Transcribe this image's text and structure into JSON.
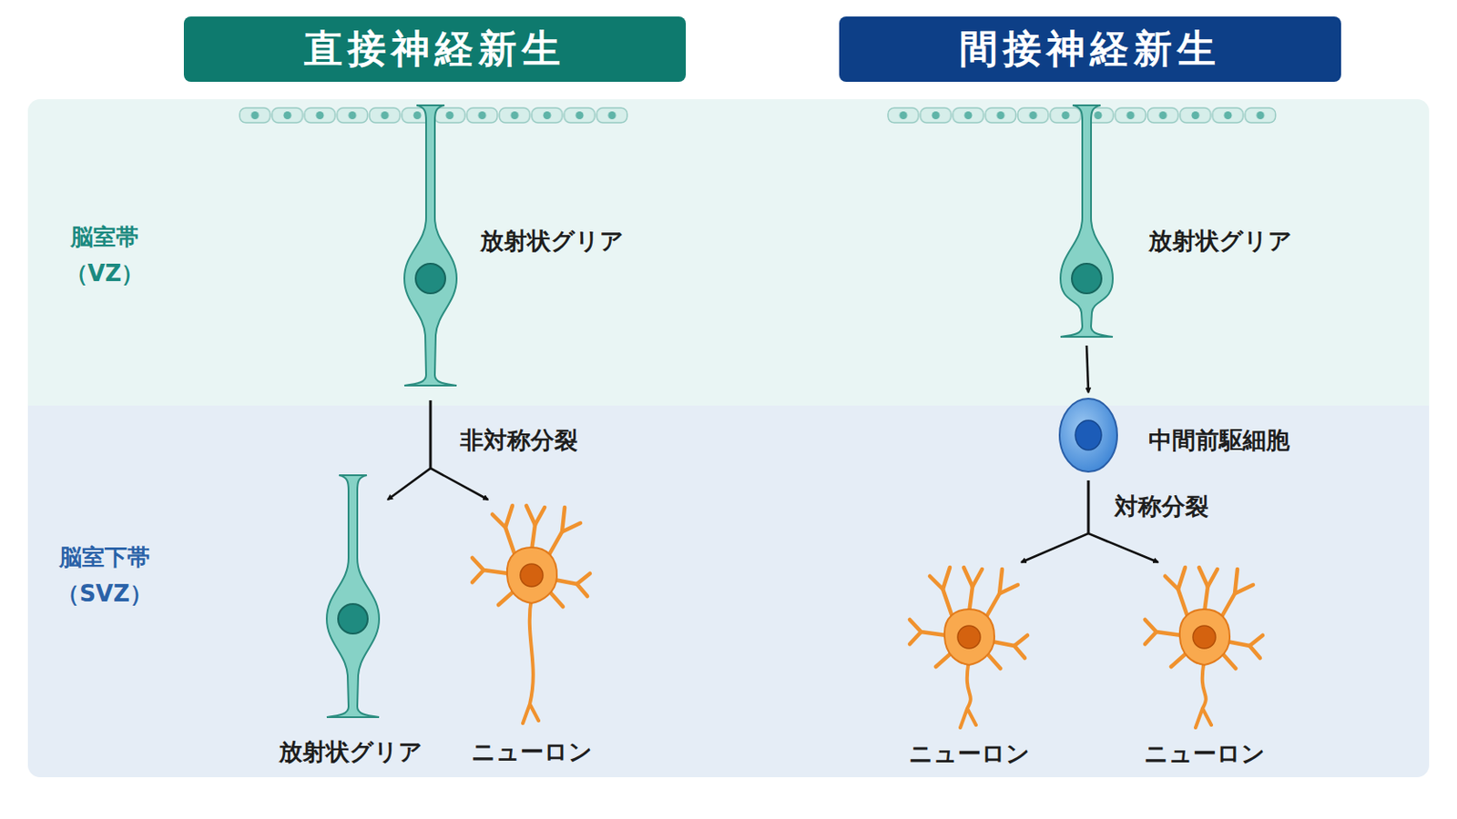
{
  "diagram": {
    "nodes": [
      {
        "text": [
          "直接神経新生"
        ]
      },
      {
        "text": [
          "間接神経新生"
        ]
      },
      {
        "text": [
          "脳室帯 （VZ）"
        ]
      },
      {
        "text": [
          "脳室下帯 （SVZ）"
        ]
      },
      {
        "text": [
          "放射状グリア"
        ],
        "in": 2
      },
      {
        "text": [
          "放射状グリア"
        ],
        "in": 3
      },
      {
        "text": [
          "ニューロン"
        ],
        "in": 3
      },
      {
        "text": [
          "放射状グリア"
        ],
        "in": 2
      },
      {
        "text": [
          "中間前駆細胞"
        ],
        "in": 3
      },
      {
        "text": [
          "ニューロン"
        ],
        "in": 3
      },
      {
        "text": [
          "ニューロン"
        ],
        "in": 3
      }
    ],
    "edges": [
      {
        "from": 4,
        "to": 5,
        "arrow": "to",
        "label": "非対称分裂"
      },
      {
        "from": 4,
        "to": 6,
        "arrow": "to"
      },
      {
        "from": 7,
        "to": 8,
        "arrow": "to"
      },
      {
        "from": 8,
        "to": 9,
        "arrow": "to",
        "label": "対称分裂"
      },
      {
        "from": 8,
        "to": 10,
        "arrow": "to"
      }
    ]
  }
}
